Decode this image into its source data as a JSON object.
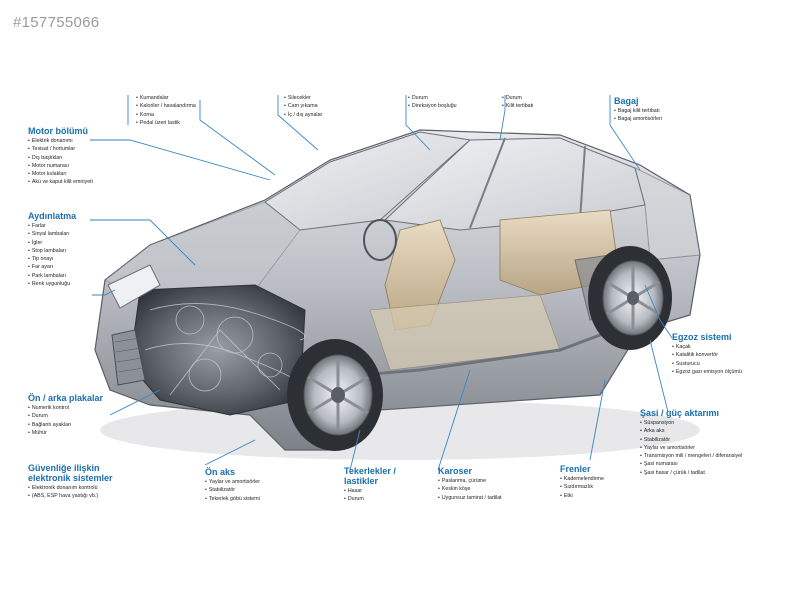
{
  "watermark": "#157755066",
  "groups": {
    "motor": {
      "title": "Motor bölümü",
      "items": [
        "Elektrik donanımı",
        "Tesisat / hortumlar",
        "Dış başlıkları",
        "Motor numarası",
        "Motor kulakları",
        "Akü ve kaput kilit emniyeti"
      ]
    },
    "aydinlatma": {
      "title": "Aydınlatma",
      "items": [
        "Farlar",
        "Sinyal lambaları",
        "İgler",
        "Stop lambaları",
        "Tip onayı",
        "Far ayarı",
        "Park lambaları",
        "Renk uygunluğu"
      ]
    },
    "on_arka_plakalar": {
      "title": "Ön / arka plakalar",
      "items": [
        "Numerik kontrol",
        "Durum",
        "Bağlantı ayakları",
        "Mühür"
      ]
    },
    "guvenlik": {
      "title": "Güvenliğe ilişkin\nelektronik sistemler",
      "items": [
        "Elektronik donanım kontrolü",
        "(ABS, ESP hava yastığı vb.)"
      ]
    },
    "on_aks": {
      "title": "Ön aks",
      "items": [
        "Yaylar ve amortisörler",
        "Stabilizatör",
        "Tekerlek göbü sistemi"
      ]
    },
    "tekerlekler": {
      "title": "Tekerlekler /\nlastikler",
      "items": [
        "Hasar",
        "Durum"
      ]
    },
    "karoser": {
      "title": "Karoser",
      "items": [
        "Paslanma, çürüme",
        "Keskin köşe",
        "Uygunsuz tamirat / tadilat"
      ]
    },
    "frenler": {
      "title": "Frenler",
      "items": [
        "Kademelendirme",
        "Sızdırmazlık",
        "Etki"
      ]
    },
    "sasi": {
      "title": "Şasi / güç aktarımı",
      "items": [
        "Süspansiyon",
        "Arka aks",
        "Stabilizatör",
        "Yaylar ve amortisörler",
        "Transmisyon mili / mengeleri / diferansiyel",
        "Şasi numarası",
        "Şasi hasar / çürük / tadilat"
      ]
    },
    "egzoz": {
      "title": "Egzoz sistemi",
      "items": [
        "Kaçak",
        "Katalitik konvertör",
        "Susturucu",
        "Egzoz gazı emisyon ölçümü"
      ]
    },
    "bagaj": {
      "title": "Bagaj",
      "items": [
        "Bagaj kilit tertibatı",
        "Bagaj amortisörleri"
      ]
    },
    "top1": {
      "title": "",
      "items": [
        "Kumandalar",
        "Kaloriler / havalandırma",
        "Korna",
        "Pedal üzeri lastik"
      ]
    },
    "top2": {
      "title": "",
      "items": [
        "Silecekler",
        "Cam yıkama",
        "İç / dış aynalar"
      ]
    },
    "top3": {
      "title": "",
      "items": [
        "Durum",
        "Direksiyon boşluğu"
      ]
    },
    "top4": {
      "title": "",
      "items": [
        "Durum",
        "Kilit tertibatı"
      ]
    }
  },
  "colors": {
    "title_blue": "#1a6fae",
    "leader_blue": "#3a86c4"
  }
}
